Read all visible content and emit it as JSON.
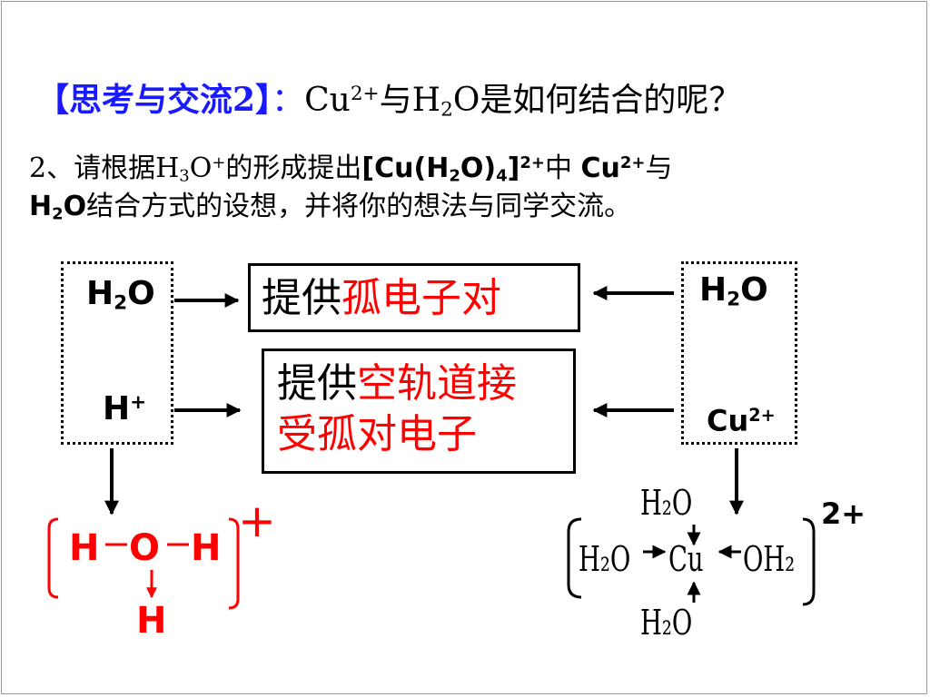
{
  "heading": {
    "bracket_label": "【思考与交流2】",
    "colon": "：",
    "q_cu": "Cu",
    "q_cu_charge": "2+",
    "q_with": "与",
    "q_h": "H",
    "q_h_sub": "2",
    "q_o": "O",
    "q_rest": "是如何结合的呢？"
  },
  "prompt": {
    "line1_a": "2、请根据",
    "h3o_h": "H",
    "h3o_sub": "3",
    "h3o_o": "O",
    "h3o_sup": "+",
    "line1_b": "的形成提出",
    "complex_open": "[Cu(H",
    "complex_sub2": "2",
    "complex_mid": "O)",
    "complex_sub4": "4",
    "complex_close": "]",
    "complex_charge": "2+",
    "line1_c": "中 ",
    "cu": "Cu",
    "cu_charge": "2+",
    "line1_d": "与",
    "line2_h": "H",
    "line2_sub": "2",
    "line2_o": "O",
    "line2_rest": "结合方式的设想，并将你的想法与同学交流。"
  },
  "diagram": {
    "left_water_h": "H",
    "left_water_sub": "2",
    "left_water_o": "O",
    "left_proton": "H",
    "left_proton_charge": "+",
    "right_water_h": "H",
    "right_water_sub": "2",
    "right_water_o": "O",
    "right_copper": "Cu",
    "right_copper_charge": "2+",
    "box1_black": "提供",
    "box1_red": "孤电子对",
    "box2_black": "提供",
    "box2_red_line1": "空轨道接",
    "box2_red_line2": "受孤对电子"
  },
  "hydronium": {
    "h_left": "H",
    "o": "O",
    "h_right": "H",
    "h_bottom": "H",
    "charge": "+"
  },
  "complex": {
    "top_ligand": "H₂O",
    "left_ligand": "H₂O",
    "center": "Cu",
    "right_ligand": "OH₂",
    "bottom_ligand": "H₂O",
    "charge": "2+"
  },
  "colors": {
    "heading_blue": "#1a1aff",
    "accent_red": "#ff0000",
    "ink": "#000000"
  }
}
